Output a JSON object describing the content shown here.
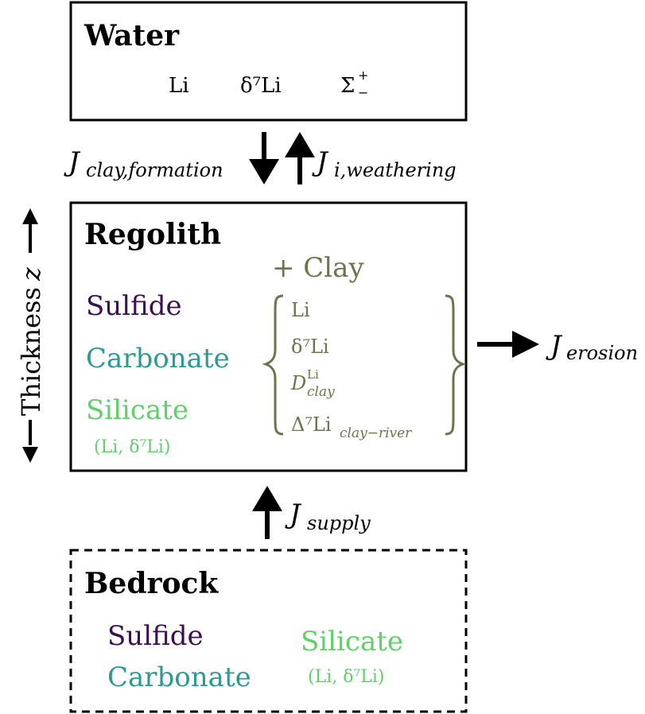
{
  "colors": {
    "stroke": "#000000",
    "sulfide": "#3b0f52",
    "carbonate": "#2b9a94",
    "silicate": "#5fd06a",
    "clay": "#6e7349"
  },
  "water": {
    "title": "Water",
    "items": [
      "Li",
      "δ⁷Li",
      "Σ"
    ],
    "sigma_sup": "+",
    "sigma_sub": "−"
  },
  "fluxes": {
    "clay_formation": {
      "main": "J",
      "sub": "clay,formation"
    },
    "weathering": {
      "main": "J",
      "sub": "i,weathering"
    },
    "erosion": {
      "main": "J",
      "sub": "erosion"
    },
    "supply": {
      "main": "J",
      "sub": "supply"
    }
  },
  "thickness_label": "Thickness",
  "thickness_var": "z",
  "regolith": {
    "title": "Regolith",
    "sulfide": "Sulfide",
    "carbonate": "Carbonate",
    "silicate": "Silicate",
    "silicate_detail": "(Li, δ⁷Li)",
    "clay_title": "+ Clay",
    "clay_items": {
      "li": "Li",
      "d7li": "δ⁷Li",
      "d_main": "D",
      "d_sup": "Li",
      "d_sub": "clay",
      "delta_main": "Δ⁷Li",
      "delta_sub": "clay−river"
    }
  },
  "bedrock": {
    "title": "Bedrock",
    "sulfide": "Sulfide",
    "carbonate": "Carbonate",
    "silicate": "Silicate",
    "silicate_detail": "(Li, δ⁷Li)"
  }
}
